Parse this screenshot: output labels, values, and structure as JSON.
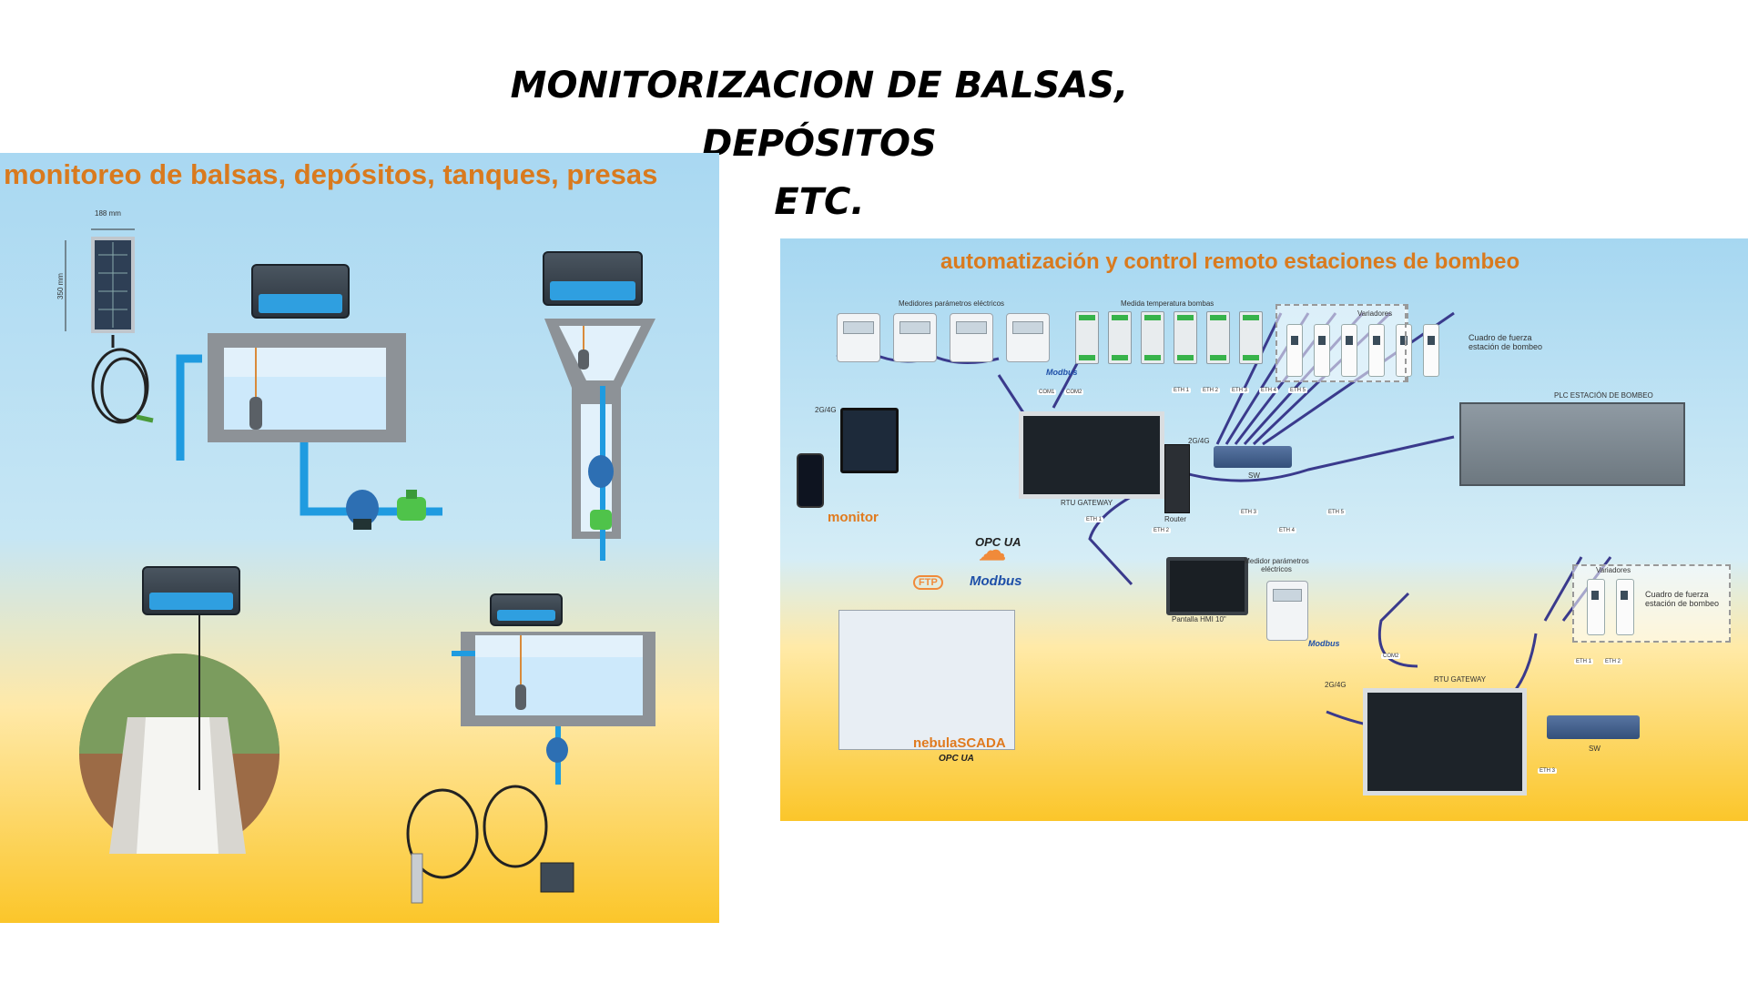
{
  "slide": {
    "title_line1": "MONITORIZACION DE BALSAS, DEPÓSITOS",
    "title_line2": "ETC."
  },
  "left_panel": {
    "heading": "monitoreo de balsas, depósitos, tanques, presas",
    "dim_width": "188 mm",
    "dim_height": "350 mm"
  },
  "right_panel": {
    "heading": "automatización y control remoto estaciones de bombeo",
    "labels": {
      "meters": "Medidores parámetros eléctricos",
      "temps": "Medida temperatura bombas",
      "drives_top": "Variadores",
      "panel_top": "Cuadro de fuerza estación de bombeo",
      "plc": "PLC ESTACIÓN DE BOMBEO",
      "rtu_top": "RTU GATEWAY",
      "router": "Router",
      "switch_top": "SW",
      "hmi": "Pantalla HMI 10\"",
      "monitor": "monitor",
      "opc1": "OPC UA",
      "modbus1": "Modbus",
      "ftp": "FTP",
      "scada": "nebulaSCADA",
      "opc2": "OPC UA",
      "meter_bottom": "Medidor parámetros eléctricos",
      "drives_bottom": "Variadores",
      "panel_bottom": "Cuadro de fuerza estación de bombeo",
      "rtu_bottom": "RTU GATEWAY",
      "switch_bottom": "SW",
      "signal1": "2G/4G",
      "signal2": "2G/4G",
      "signal3": "2G/4G",
      "modbus_small1": "Modbus",
      "modbus_small2": "Modbus",
      "eth_labels": [
        "ETH 1",
        "ETH 2",
        "ETH 3",
        "ETH 4",
        "ETH 5",
        "ETH 1",
        "ETH 2",
        "ETH 3",
        "ETH 4",
        "ETH 5",
        "COM1",
        "COM2",
        "COM2",
        "ETH 1",
        "ETH 2",
        "ETH 3"
      ]
    }
  },
  "colors": {
    "heading_orange": "#d97a1e",
    "water": "#cde9fb",
    "pipe": "#1f9be0",
    "cable": "#3a3a8c",
    "device_blue": "#2f9fe0"
  }
}
